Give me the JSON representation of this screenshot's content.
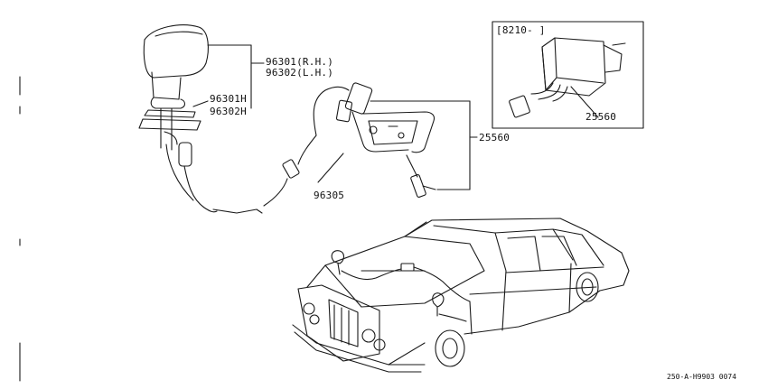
{
  "diagram": {
    "labels": {
      "pn_mirror_rh": "96301(R.H.)",
      "pn_mirror_lh": "96302(L.H.)",
      "pn_base_rh": "96301H",
      "pn_base_lh": "96302H",
      "pn_bracket": "96305",
      "pn_harness": "25560",
      "inset_range": "[8210-  ]",
      "inset_pn": "25560",
      "footer_code": "250-A-H9903 0074"
    }
  }
}
